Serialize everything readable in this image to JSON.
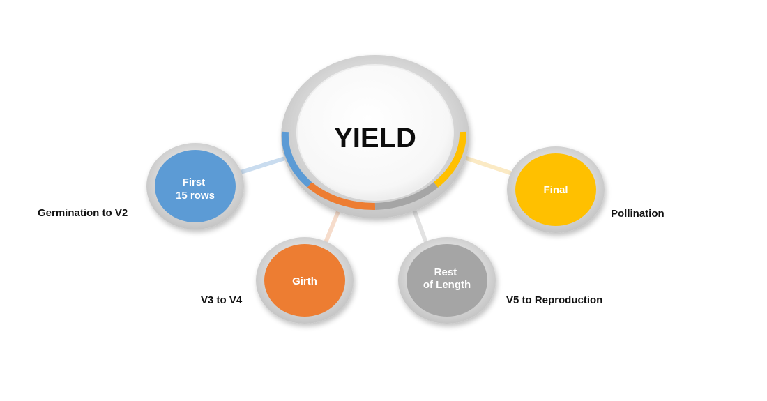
{
  "center": {
    "label": "YIELD"
  },
  "components": [
    {
      "id": "first-15-rows",
      "lines": [
        "First",
        "15 rows"
      ],
      "stage": "Germination to V2",
      "color": "#5B9BD5"
    },
    {
      "id": "girth",
      "lines": [
        "Girth"
      ],
      "stage": "V3 to V4",
      "color": "#ED7D31"
    },
    {
      "id": "rest-of-length",
      "lines": [
        "Rest",
        "of Length"
      ],
      "stage": "V5 to Reproduction",
      "color": "#A5A5A5"
    },
    {
      "id": "final",
      "lines": [
        "Final"
      ],
      "stage": "Pollination",
      "color": "#FFC000"
    }
  ]
}
